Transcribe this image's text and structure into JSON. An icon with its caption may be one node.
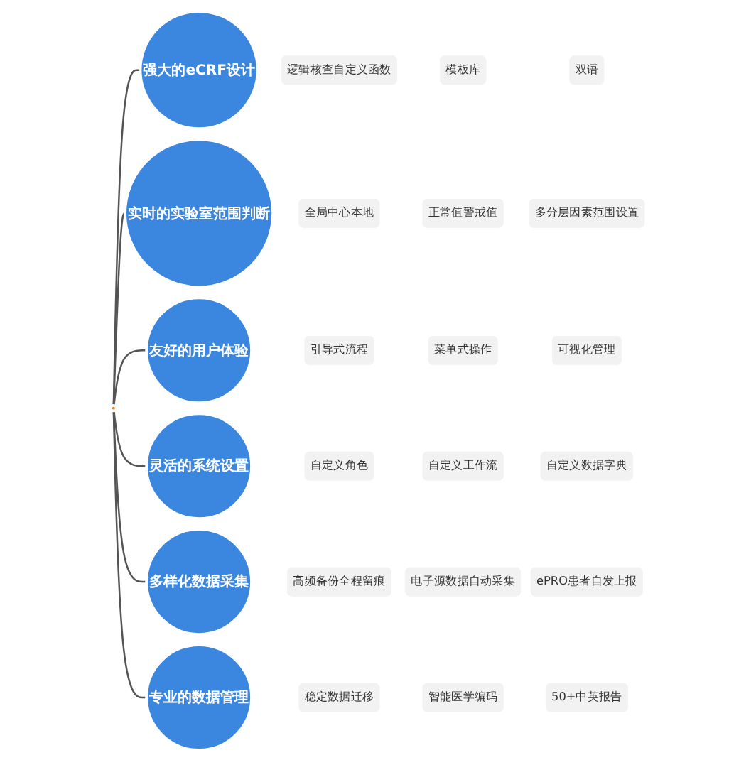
{
  "diagram": {
    "nodes": [
      {
        "text": [],
        "shape": "circle"
      },
      {
        "text": [
          "强大的eCRF设计"
        ]
      },
      {
        "text": [
          "逻辑核查自定义函数"
        ]
      },
      {
        "text": [
          "模板库"
        ]
      },
      {
        "text": [
          "双语"
        ]
      },
      {
        "text": [
          "实时的实验室范围判断"
        ]
      },
      {
        "text": [
          "全局中心本地"
        ]
      },
      {
        "text": [
          "正常值警戒值"
        ]
      },
      {
        "text": [
          "多分层因素范围设置"
        ]
      },
      {
        "text": [
          "友好的用户体验"
        ]
      },
      {
        "text": [
          "引导式流程"
        ]
      },
      {
        "text": [
          "菜单式操作"
        ]
      },
      {
        "text": [
          "可视化管理"
        ]
      },
      {
        "text": [
          "灵活的系统设置"
        ]
      },
      {
        "text": [
          "自定义角色"
        ]
      },
      {
        "text": [
          "自定义工作流"
        ]
      },
      {
        "text": [
          "自定义数据字典"
        ]
      },
      {
        "text": [
          "多样化数据采集"
        ]
      },
      {
        "text": [
          "高频备份全程留痕"
        ]
      },
      {
        "text": [
          "电子源数据自动采集"
        ]
      },
      {
        "text": [
          "ePRO患者自发上报"
        ]
      },
      {
        "text": [
          "专业的数据管理"
        ]
      },
      {
        "text": [
          "稳定数据迁移"
        ]
      },
      {
        "text": [
          "智能医学编码"
        ]
      },
      {
        "text": [
          "50+中英报告"
        ]
      }
    ],
    "edges": [
      {
        "from": 0,
        "to": 1,
        "arrow": "none"
      },
      {
        "from": 0,
        "to": 5,
        "arrow": "none"
      },
      {
        "from": 0,
        "to": 9,
        "arrow": "none"
      },
      {
        "from": 0,
        "to": 13,
        "arrow": "none"
      },
      {
        "from": 0,
        "to": 17,
        "arrow": "none"
      },
      {
        "from": 0,
        "to": 21,
        "arrow": "none"
      }
    ]
  }
}
